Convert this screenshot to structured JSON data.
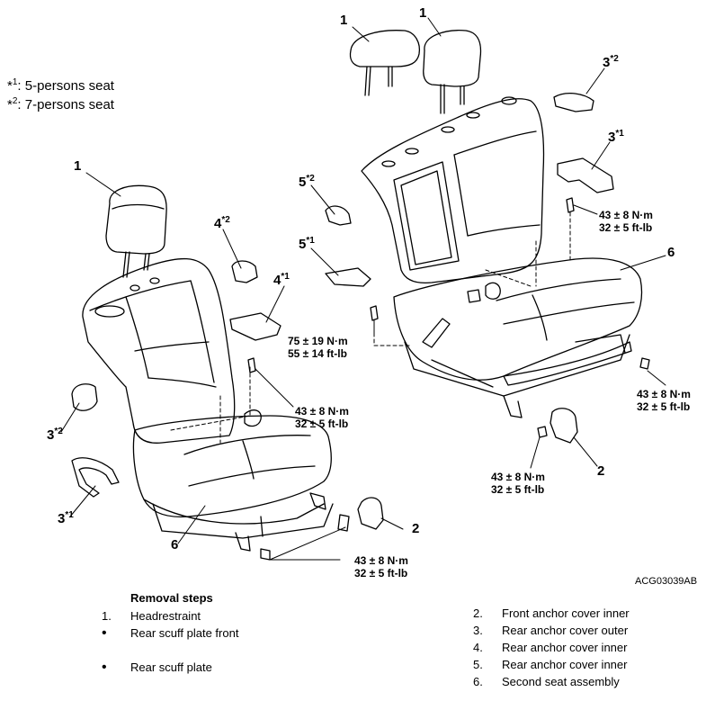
{
  "legend": {
    "note1_marker": "*",
    "note1_sup": "1",
    "note1_text": ": 5-persons seat",
    "note2_marker": "*",
    "note2_sup": "2",
    "note2_text": ": 7-persons seat"
  },
  "callouts": {
    "c1": "1",
    "c2": "2",
    "c3": "3",
    "c4": "4",
    "c5": "5",
    "c6": "6",
    "star1": "*1",
    "star2": "*2"
  },
  "torques": {
    "t43_nm": "43 ± 8 N·m",
    "t43_ftlb": "32 ± 5 ft-lb",
    "t75_nm": "75 ± 19 N·m",
    "t75_ftlb": "55 ± 14 ft-lb"
  },
  "figure_code": "ACG03039AB",
  "removal": {
    "title": "Removal steps",
    "left_steps": [
      {
        "num": "1.",
        "text": "Headrestraint"
      },
      {
        "num": "",
        "text": "Rear scuff plate front"
      },
      {
        "num": "",
        "text": "Rear scuff plate"
      }
    ],
    "right_steps": [
      {
        "num": "2.",
        "text": "Front anchor cover inner"
      },
      {
        "num": "3.",
        "text": "Rear anchor cover outer"
      },
      {
        "num": "4.",
        "text": "Rear anchor cover inner"
      },
      {
        "num": "5.",
        "text": "Rear anchor cover inner"
      },
      {
        "num": "6.",
        "text": "Second seat assembly"
      }
    ]
  }
}
